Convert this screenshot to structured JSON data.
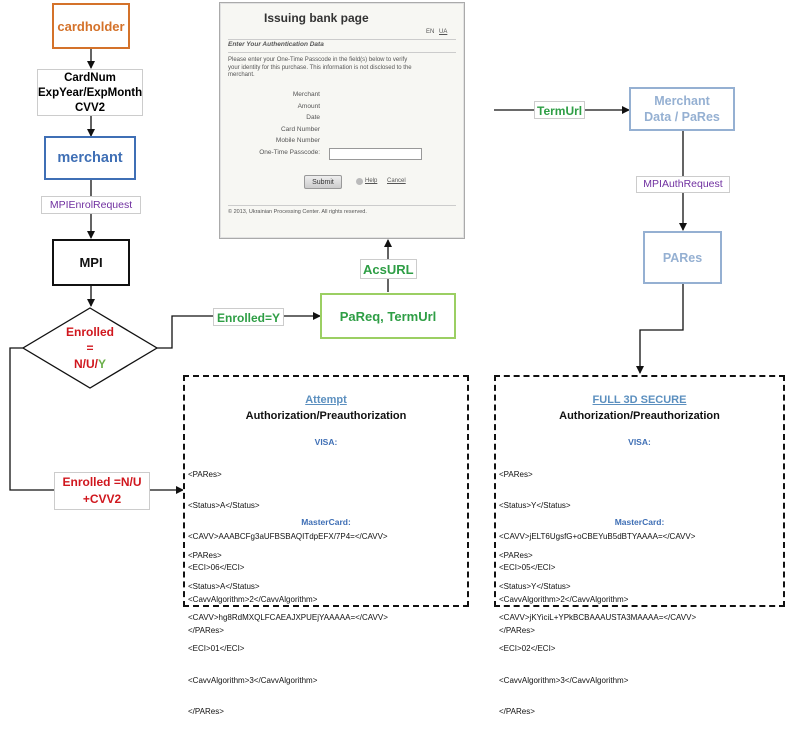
{
  "colors": {
    "orange": "#D4722A",
    "blue": "#3F6FB5",
    "purple": "#7030A0",
    "green": "#2E9E45",
    "lightgreen": "#9BCF63",
    "steel": "#95B0D2",
    "red": "#D0171E",
    "lightblue": "#5B8FBF",
    "yellowgreen": "#6BB04A"
  },
  "nodes": {
    "cardholder": "cardholder",
    "card_lines": [
      "CardNum",
      "ExpYear/ExpMonth",
      "CVV2"
    ],
    "merchant": "merchant",
    "mpi_enrol": "MPIEnrolRequest",
    "mpi": "MPI",
    "enrolled": {
      "l1": "Enrolled",
      "l2": "=",
      "l3a": "N/U/",
      "l3b": "Y"
    },
    "enrolled_y": "Enrolled=Y",
    "pareq": "PaReq, TermUrl",
    "acsurl": "AcsURL",
    "termurl": "TermUrl",
    "merchant_pares": {
      "l1": "Merchant",
      "l2": "Data / PaRes"
    },
    "mpi_auth": "MPIAuthRequest",
    "pares": "PARes",
    "enrolled_nu": {
      "l1": "Enrolled =N/U",
      "l2": "+CVV2"
    }
  },
  "bank": {
    "title": "Issuing bank page",
    "lang_en": "EN",
    "lang_ua": "UA",
    "subtitle": "Enter Your Authentication Data",
    "intro": [
      "Please enter your One-Time Passcode in the field(s) below to verify",
      "your identity for this purchase. This information is not disclosed to the",
      "merchant."
    ],
    "fields": [
      "Merchant",
      "Amount",
      "Date",
      "Card Number",
      "Mobile Number",
      "One-Time Passcode:"
    ],
    "submit": "Submit",
    "help": "Help",
    "cancel": "Cancel",
    "footer": "© 2013, Ukrainian Processing Center. All rights reserved."
  },
  "attempt": {
    "title": "Attempt",
    "subtitle": "Authorization/Preauthorization",
    "visa": "VISA:",
    "visa_code": [
      "<PARes>",
      "<Status>A</Status>",
      "<CAVV>AAABCFg3aUFBSBAQITdpEFX/7P4=</CAVV>",
      "<ECI>06</ECI>",
      "<CavvAlgorithm>2</CavvAlgorithm>",
      "</PARes>"
    ],
    "mc": "MasterCard:",
    "mc_code": [
      "<PARes>",
      "<Status>A</Status>",
      "<CAVV>hg8RdMXQLFCAEAJXPUEjYAAAAA=</CAVV>",
      "<ECI>01</ECI>",
      "<CavvAlgorithm>3</CavvAlgorithm>",
      "</PARes>"
    ]
  },
  "full": {
    "title": "FULL 3D SECURE",
    "subtitle": "Authorization/Preauthorization",
    "visa": "VISA:",
    "visa_code": [
      "<PARes>",
      "<Status>Y</Status>",
      "<CAVV>jELT6UgsfG+oCBEYuB5dBTYAAAA=</CAVV>",
      "<ECI>05</ECI>",
      "<CavvAlgorithm>2</CavvAlgorithm>",
      "</PARes>"
    ],
    "mc": "MasterCard:",
    "mc_code": [
      "<PARes>",
      "<Status>Y</Status>",
      "<CAVV>jKYiciL+YPkBCBAAAUSTA3MAAAA=</CAVV>",
      "<ECI>02</ECI>",
      "<CavvAlgorithm>3</CavvAlgorithm>",
      "</PARes>"
    ]
  }
}
